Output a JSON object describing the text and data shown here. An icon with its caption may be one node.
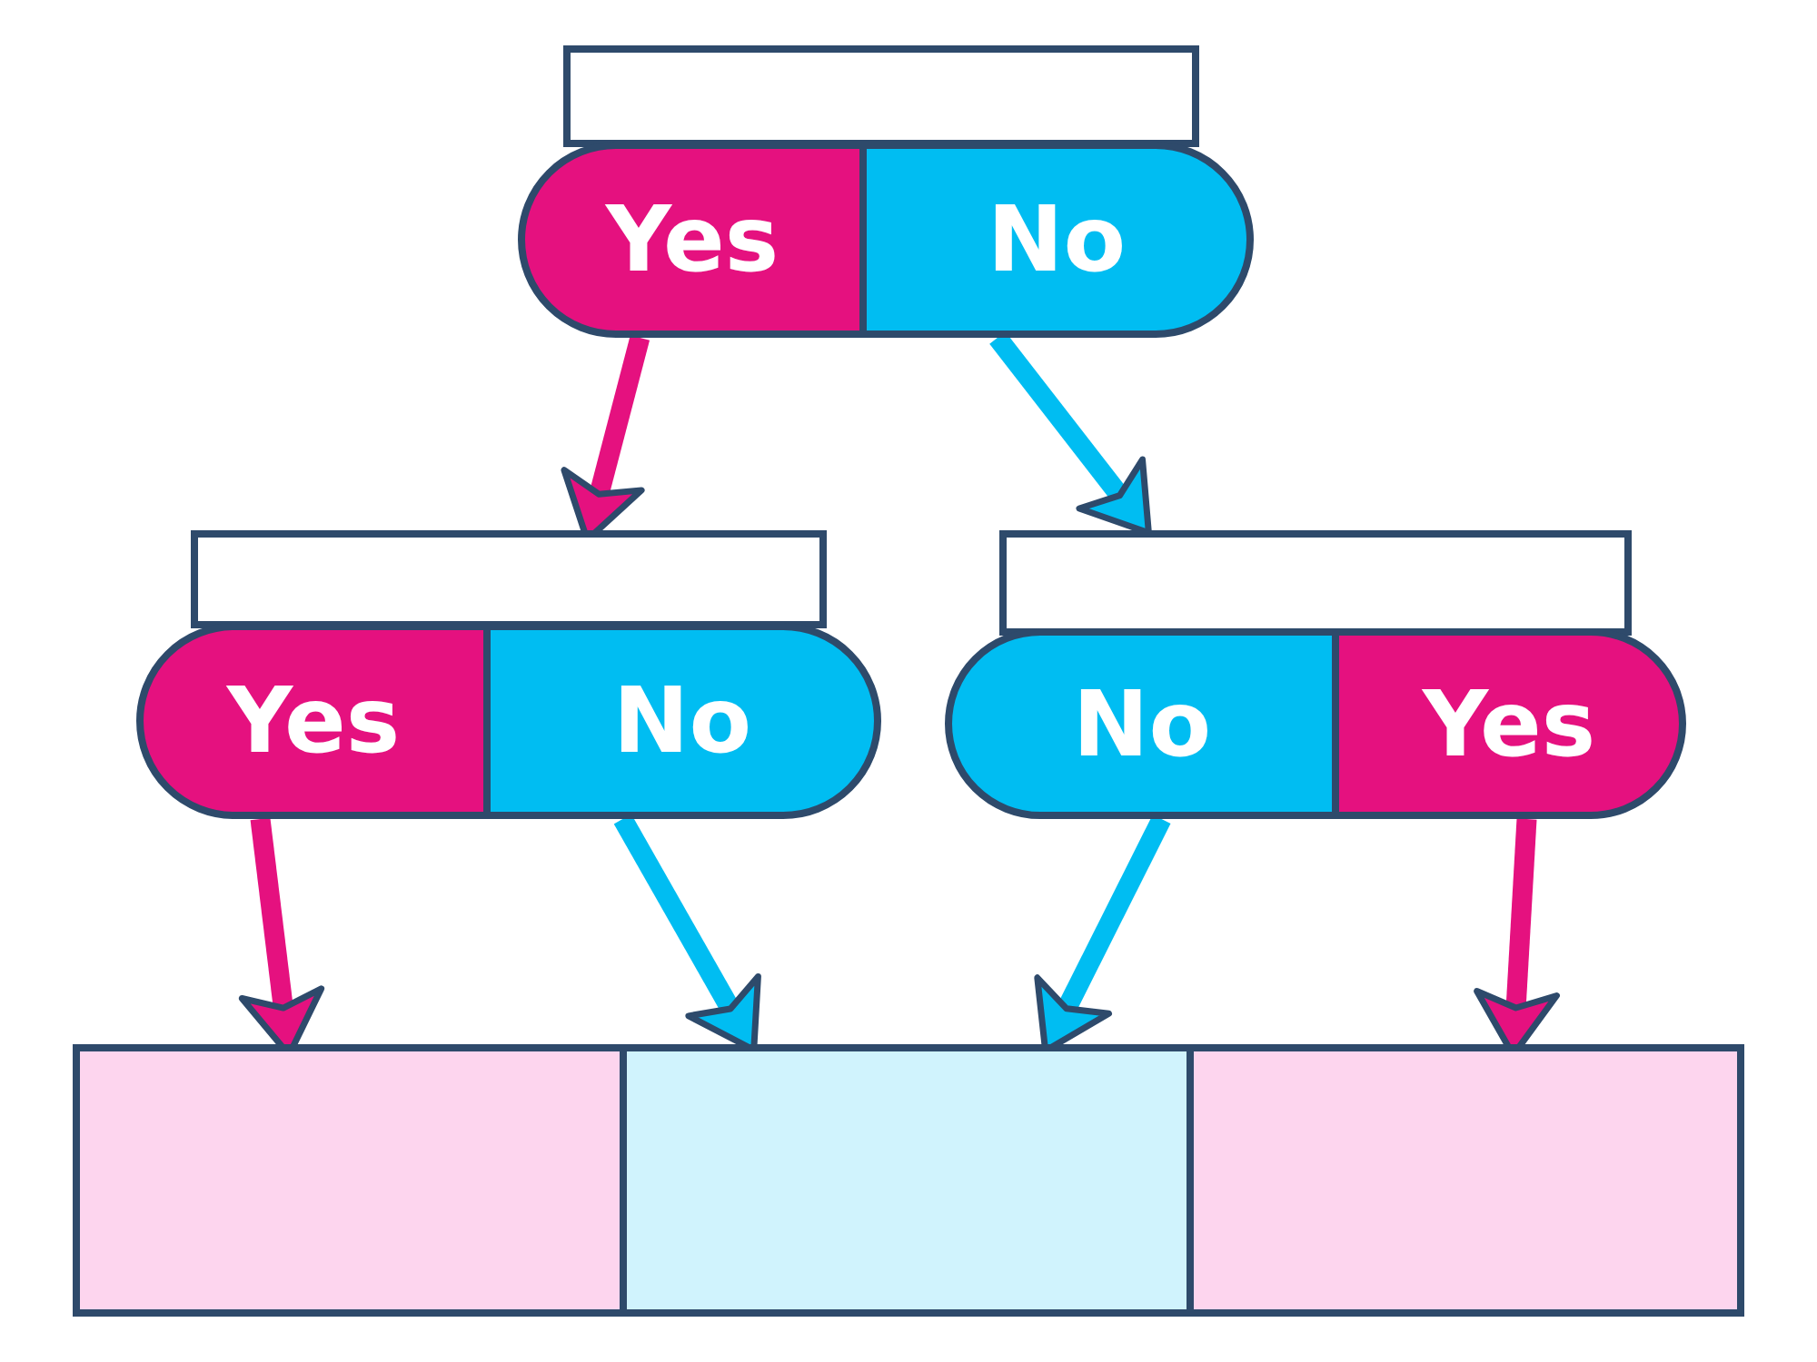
{
  "diagram": {
    "nodes": [
      {
        "text": [],
        "shape": "box"
      },
      {
        "text": [
          "Yes"
        ]
      },
      {
        "text": [
          "No"
        ]
      },
      {
        "text": [],
        "shape": "box"
      },
      {
        "text": [
          "Yes"
        ]
      },
      {
        "text": [
          "No"
        ]
      },
      {
        "text": [],
        "shape": "box"
      },
      {
        "text": [
          "No"
        ]
      },
      {
        "text": [
          "Yes"
        ]
      },
      {
        "text": [],
        "shape": "box"
      },
      {
        "text": [],
        "shape": "box"
      },
      {
        "text": [],
        "shape": "box"
      }
    ],
    "edges": [
      {
        "from": 1,
        "to": 3,
        "arrow": "to",
        "color": "#e5117f"
      },
      {
        "from": 2,
        "to": 6,
        "arrow": "to",
        "color": "#00bdf2"
      },
      {
        "from": 4,
        "to": 9,
        "arrow": "to",
        "color": "#e5117f"
      },
      {
        "from": 5,
        "to": 10,
        "arrow": "to",
        "color": "#00bdf2"
      },
      {
        "from": 7,
        "to": 10,
        "arrow": "to",
        "color": "#00bdf2"
      },
      {
        "from": 8,
        "to": 11,
        "arrow": "to",
        "color": "#e5117f"
      }
    ]
  }
}
